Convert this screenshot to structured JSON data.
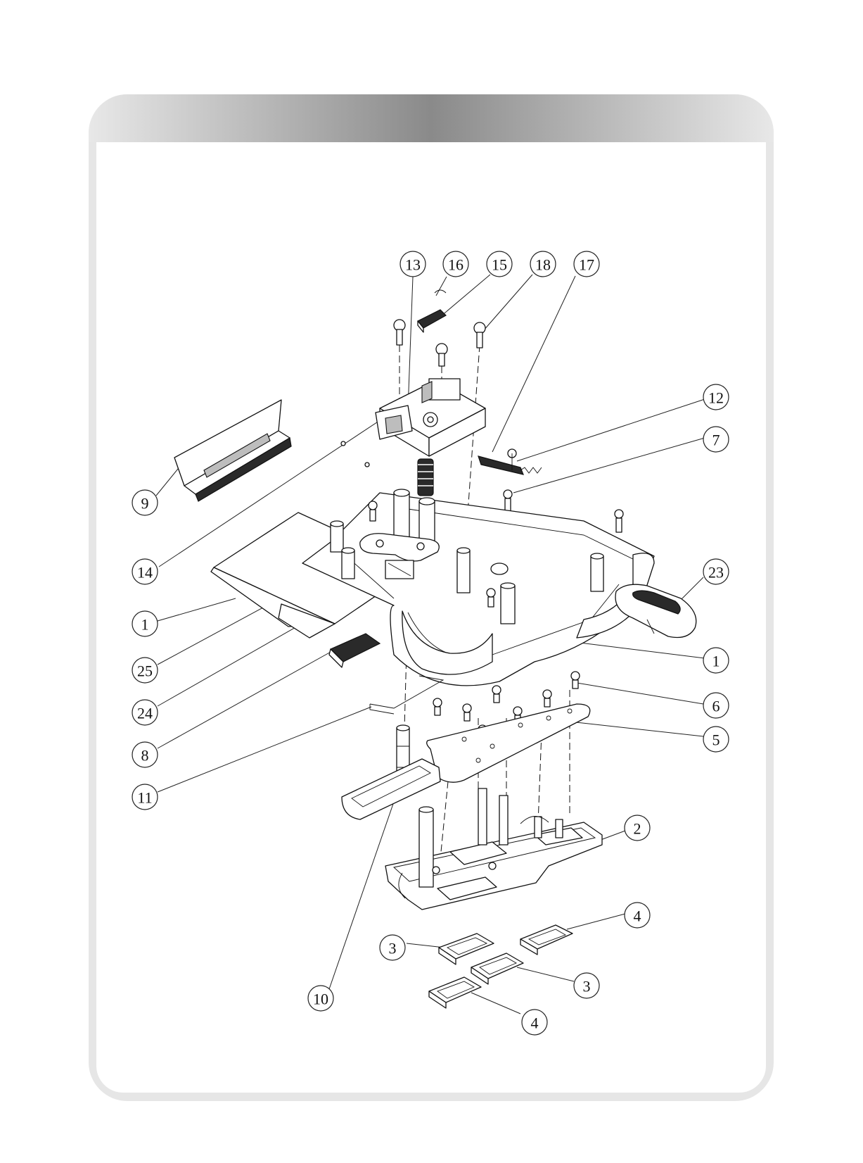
{
  "diagram": {
    "callouts": [
      {
        "id": "13",
        "label": "13"
      },
      {
        "id": "16",
        "label": "16"
      },
      {
        "id": "15",
        "label": "15"
      },
      {
        "id": "18",
        "label": "18"
      },
      {
        "id": "17",
        "label": "17"
      },
      {
        "id": "12",
        "label": "12"
      },
      {
        "id": "7",
        "label": "7"
      },
      {
        "id": "9",
        "label": "9"
      },
      {
        "id": "14",
        "label": "14"
      },
      {
        "id": "23",
        "label": "23"
      },
      {
        "id": "1a",
        "label": "1"
      },
      {
        "id": "1b",
        "label": "1"
      },
      {
        "id": "25",
        "label": "25"
      },
      {
        "id": "24",
        "label": "24"
      },
      {
        "id": "6",
        "label": "6"
      },
      {
        "id": "5",
        "label": "5"
      },
      {
        "id": "8",
        "label": "8"
      },
      {
        "id": "11",
        "label": "11"
      },
      {
        "id": "2",
        "label": "2"
      },
      {
        "id": "4a",
        "label": "4"
      },
      {
        "id": "3a",
        "label": "3"
      },
      {
        "id": "3b",
        "label": "3"
      },
      {
        "id": "10",
        "label": "10"
      },
      {
        "id": "4b",
        "label": "4"
      }
    ]
  },
  "colors": {
    "frame_light": "#e6e6e6",
    "frame_dark": "#8a8a8a",
    "line": "#111111"
  }
}
